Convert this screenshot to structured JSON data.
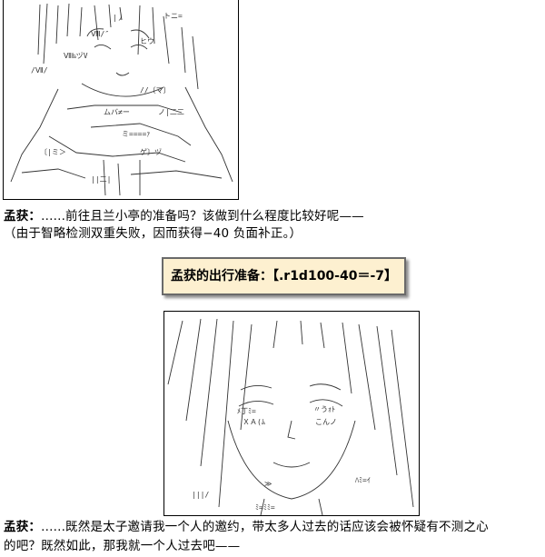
{
  "aa_art": {
    "top_icon": "ascii-art-girl-smiling-icon",
    "bottom_icon": "ascii-art-girl-closeup-icon"
  },
  "dialogue": {
    "line_1": {
      "speaker": "孟获：",
      "text": "......前往且兰小亭的准备吗？该做到什么程度比较好呢——"
    },
    "line_2": {
      "text": "（由于智略检测双重失败，因而获得−40 负面补正。）"
    },
    "roll": {
      "label": "孟获的出行准备：",
      "result": "【.r1d100-40＝-7】"
    },
    "line_3": {
      "speaker": "孟获：",
      "text": "......既然是太子邀请我一个人的邀约，带太多人过去的话应该会被怀疑有不测之心"
    },
    "line_4": {
      "text": "的吧？既然如此，那我就一个人过去吧——"
    }
  }
}
